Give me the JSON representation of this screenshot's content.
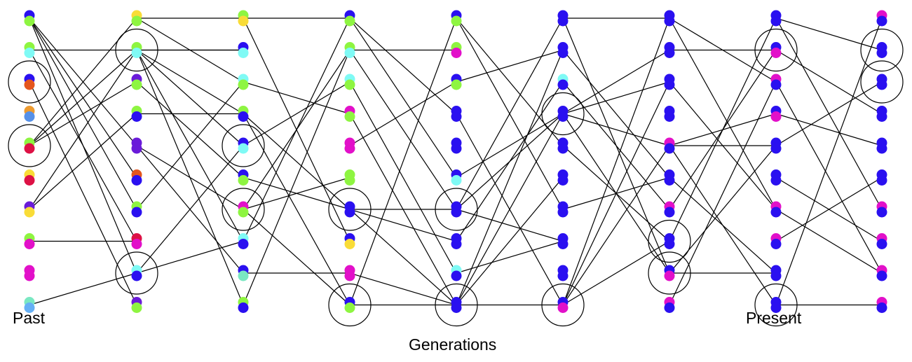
{
  "labels": {
    "past": "Past",
    "present": "Present",
    "axis": "Generations"
  },
  "palette": {
    "B": "#2a10f0",
    "G": "#8ef541",
    "C": "#7ffaf5",
    "Y": "#f9dc37",
    "M": "#e210c9",
    "R": "#dd1145",
    "O": "#e4561d",
    "A": "#ed9a2f",
    "L": "#5590e8",
    "P": "#6a1bd9",
    "S": "#7ae8c2",
    "K": "#65b0f5"
  },
  "generations": [
    {
      "pairs": [
        "BG",
        "GC",
        "BO",
        "AL",
        "GR",
        "YR",
        "PY",
        "GM",
        "MM",
        "SK"
      ],
      "circled": [
        2,
        4
      ]
    },
    {
      "pairs": [
        "YG",
        "GC",
        "PG",
        "GB",
        "PP",
        "OB",
        "GB",
        "RM",
        "CB",
        "PG"
      ],
      "circled": [
        1,
        8
      ]
    },
    {
      "pairs": [
        "GY",
        "BC",
        "CG",
        "GB",
        "BC",
        "BG",
        "MG",
        "CB",
        "BS",
        "GB"
      ],
      "circled": [
        4,
        6
      ]
    },
    {
      "pairs": [
        "BG",
        "GC",
        "CG",
        "MG",
        "MM",
        "GG",
        "BB",
        "BY",
        "MM",
        "BG"
      ],
      "circled": [
        6,
        9
      ]
    },
    {
      "pairs": [
        "BG",
        "GM",
        "BG",
        "BB",
        "BB",
        "BC",
        "BB",
        "BB",
        "CB",
        "BB"
      ],
      "circled": [
        6,
        9
      ]
    },
    {
      "pairs": [
        "BB",
        "BB",
        "CB",
        "BB",
        "BB",
        "BB",
        "BB",
        "BB",
        "BB",
        "BM"
      ],
      "circled": [
        3,
        9
      ]
    },
    {
      "pairs": [
        "BB",
        "BB",
        "BB",
        "BB",
        "MB",
        "BB",
        "MB",
        "BB",
        "BM",
        "MB"
      ],
      "circled": [
        7,
        8
      ]
    },
    {
      "pairs": [
        "BB",
        "BM",
        "MB",
        "BM",
        "BB",
        "BB",
        "MB",
        "MB",
        "BB",
        "BB"
      ],
      "circled": [
        1,
        9
      ]
    },
    {
      "pairs": [
        "MB",
        "BB",
        "BB",
        "BB",
        "BB",
        "BB",
        "MB",
        "MB",
        "MB",
        "MB"
      ],
      "circled": [
        1,
        2
      ]
    }
  ],
  "links": [
    [
      0,
      0,
      1,
      4
    ],
    [
      0,
      0,
      1,
      5
    ],
    [
      0,
      0,
      1,
      6
    ],
    [
      0,
      0,
      1,
      8
    ],
    [
      0,
      1,
      2,
      1
    ],
    [
      0,
      1,
      1,
      7
    ],
    [
      0,
      2,
      1,
      9
    ],
    [
      0,
      4,
      1,
      0
    ],
    [
      0,
      4,
      1,
      2
    ],
    [
      0,
      4,
      1,
      1
    ],
    [
      0,
      6,
      1,
      1
    ],
    [
      0,
      6,
      1,
      3
    ],
    [
      0,
      7,
      1,
      7
    ],
    [
      0,
      9,
      1,
      8
    ],
    [
      1,
      0,
      2,
      0
    ],
    [
      1,
      0,
      2,
      2
    ],
    [
      1,
      1,
      2,
      1
    ],
    [
      1,
      1,
      2,
      3
    ],
    [
      1,
      1,
      2,
      4
    ],
    [
      1,
      1,
      2,
      7
    ],
    [
      1,
      1,
      2,
      9
    ],
    [
      1,
      2,
      2,
      5
    ],
    [
      1,
      3,
      2,
      3
    ],
    [
      1,
      4,
      2,
      6
    ],
    [
      1,
      4,
      2,
      8
    ],
    [
      1,
      6,
      2,
      2
    ],
    [
      1,
      8,
      2,
      7
    ],
    [
      1,
      8,
      2,
      4
    ],
    [
      2,
      0,
      3,
      0
    ],
    [
      2,
      0,
      3,
      7
    ],
    [
      2,
      2,
      3,
      3
    ],
    [
      2,
      3,
      3,
      6
    ],
    [
      2,
      3,
      3,
      9
    ],
    [
      2,
      4,
      3,
      2
    ],
    [
      2,
      5,
      3,
      6
    ],
    [
      2,
      6,
      3,
      1
    ],
    [
      2,
      6,
      3,
      5
    ],
    [
      2,
      6,
      3,
      9
    ],
    [
      2,
      7,
      3,
      0
    ],
    [
      2,
      8,
      3,
      8
    ],
    [
      2,
      9,
      3,
      1
    ],
    [
      3,
      0,
      4,
      3
    ],
    [
      3,
      0,
      4,
      5
    ],
    [
      3,
      1,
      4,
      1
    ],
    [
      3,
      1,
      4,
      6
    ],
    [
      3,
      2,
      4,
      8
    ],
    [
      3,
      3,
      4,
      9
    ],
    [
      3,
      4,
      4,
      2
    ],
    [
      3,
      6,
      4,
      6
    ],
    [
      3,
      6,
      4,
      7
    ],
    [
      3,
      6,
      4,
      9
    ],
    [
      3,
      8,
      4,
      9
    ],
    [
      3,
      9,
      4,
      0
    ],
    [
      3,
      9,
      4,
      9
    ],
    [
      4,
      0,
      5,
      6
    ],
    [
      4,
      0,
      5,
      4
    ],
    [
      4,
      2,
      5,
      1
    ],
    [
      4,
      3,
      5,
      9
    ],
    [
      4,
      5,
      5,
      3
    ],
    [
      4,
      6,
      5,
      0
    ],
    [
      4,
      6,
      5,
      3
    ],
    [
      4,
      6,
      5,
      7
    ],
    [
      4,
      7,
      5,
      2
    ],
    [
      4,
      8,
      5,
      7
    ],
    [
      4,
      9,
      5,
      1
    ],
    [
      4,
      9,
      5,
      5
    ],
    [
      4,
      9,
      5,
      3
    ],
    [
      4,
      9,
      5,
      9
    ],
    [
      5,
      0,
      6,
      0
    ],
    [
      5,
      0,
      6,
      8
    ],
    [
      5,
      1,
      6,
      5
    ],
    [
      5,
      2,
      6,
      6
    ],
    [
      5,
      3,
      6,
      1
    ],
    [
      5,
      3,
      6,
      2
    ],
    [
      5,
      3,
      6,
      4
    ],
    [
      5,
      3,
      6,
      8
    ],
    [
      5,
      4,
      6,
      7
    ],
    [
      5,
      6,
      6,
      5
    ],
    [
      5,
      9,
      6,
      4
    ],
    [
      5,
      9,
      6,
      2
    ],
    [
      5,
      9,
      6,
      0
    ],
    [
      5,
      9,
      6,
      7
    ],
    [
      6,
      0,
      7,
      2
    ],
    [
      6,
      0,
      7,
      6
    ],
    [
      6,
      1,
      7,
      1
    ],
    [
      6,
      2,
      7,
      6
    ],
    [
      6,
      4,
      7,
      3
    ],
    [
      6,
      4,
      7,
      4
    ],
    [
      6,
      4,
      7,
      9
    ],
    [
      6,
      5,
      7,
      8
    ],
    [
      6,
      6,
      7,
      1
    ],
    [
      6,
      7,
      7,
      0
    ],
    [
      6,
      8,
      7,
      4
    ],
    [
      6,
      8,
      7,
      8
    ],
    [
      6,
      9,
      7,
      2
    ],
    [
      7,
      0,
      8,
      1
    ],
    [
      7,
      0,
      8,
      6
    ],
    [
      7,
      1,
      8,
      3
    ],
    [
      7,
      2,
      8,
      8
    ],
    [
      7,
      3,
      8,
      4
    ],
    [
      7,
      4,
      8,
      2
    ],
    [
      7,
      5,
      8,
      7
    ],
    [
      7,
      6,
      8,
      8
    ],
    [
      7,
      7,
      8,
      5
    ],
    [
      7,
      9,
      8,
      0
    ],
    [
      7,
      9,
      8,
      9
    ]
  ]
}
